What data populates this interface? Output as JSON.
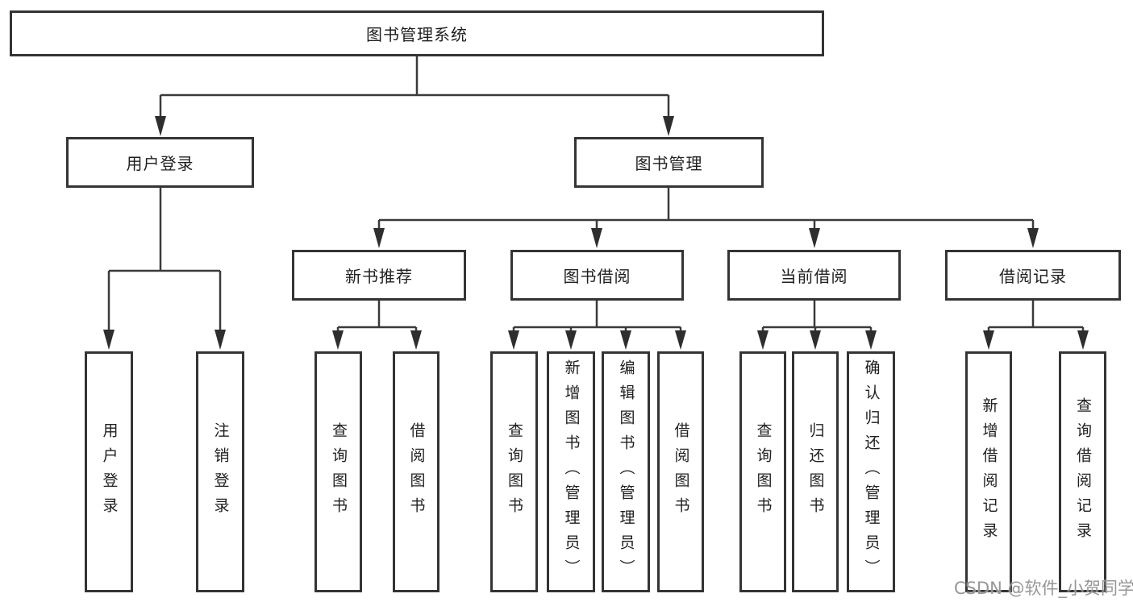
{
  "colors": {
    "background": "#ffffff",
    "line": "#3a3a3a",
    "box_border": "#343434",
    "text": "#1f1f1f",
    "watermark": "#919191"
  },
  "tree": {
    "root": {
      "label": "图书管理系统",
      "children": [
        {
          "label": "用户登录",
          "children": [
            {
              "label": "用户登录"
            },
            {
              "label": "注销登录"
            }
          ]
        },
        {
          "label": "图书管理",
          "children": [
            {
              "label": "新书推荐",
              "children": [
                {
                  "label": "查询图书"
                },
                {
                  "label": "借阅图书"
                }
              ]
            },
            {
              "label": "图书借阅",
              "children": [
                {
                  "label": "查询图书"
                },
                {
                  "label": "新增图书（管理员）"
                },
                {
                  "label": "编辑图书（管理员）"
                },
                {
                  "label": "借阅图书"
                }
              ]
            },
            {
              "label": "当前借阅",
              "children": [
                {
                  "label": "查询图书"
                },
                {
                  "label": "归还图书"
                },
                {
                  "label": "确认归还（管理员）"
                }
              ]
            },
            {
              "label": "借阅记录",
              "children": [
                {
                  "label": "新增借阅记录"
                },
                {
                  "label": "查询借阅记录"
                }
              ]
            }
          ]
        }
      ]
    }
  },
  "watermark": {
    "text": "CSDN @软件_小贺同学"
  }
}
